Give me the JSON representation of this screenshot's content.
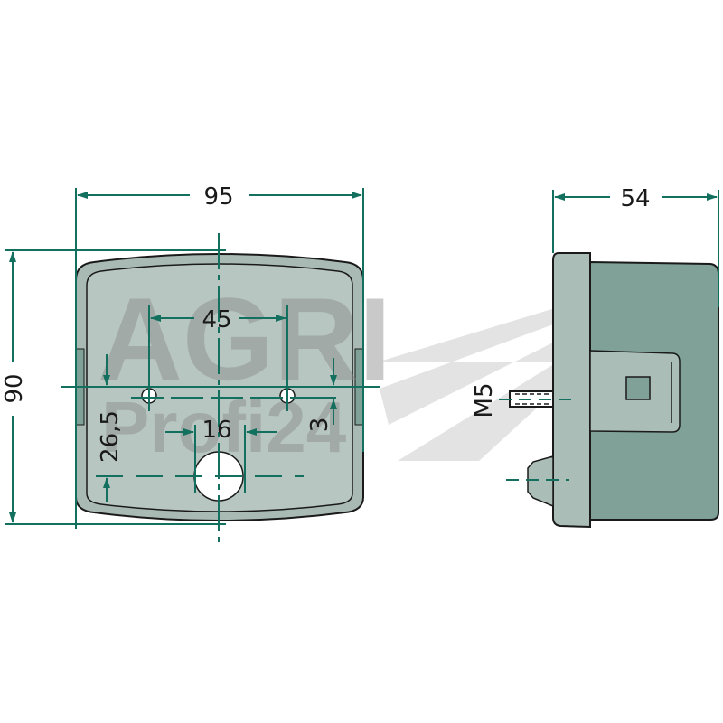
{
  "drawing": {
    "front_view": {
      "width_label": "95",
      "height_label": "90",
      "hole_spacing_label": "45",
      "center_hole_label": "16",
      "hole_height_label": "26,5",
      "offset_label": "3"
    },
    "side_view": {
      "depth_label": "54",
      "thread_label": "M5"
    },
    "watermark": {
      "line1": "AGRI",
      "line2": "Profi24"
    },
    "colors": {
      "dimension": "#13705f",
      "body_front": "#a9bab4",
      "body_side": "#7fa198",
      "flange": "#aabdb7"
    }
  }
}
